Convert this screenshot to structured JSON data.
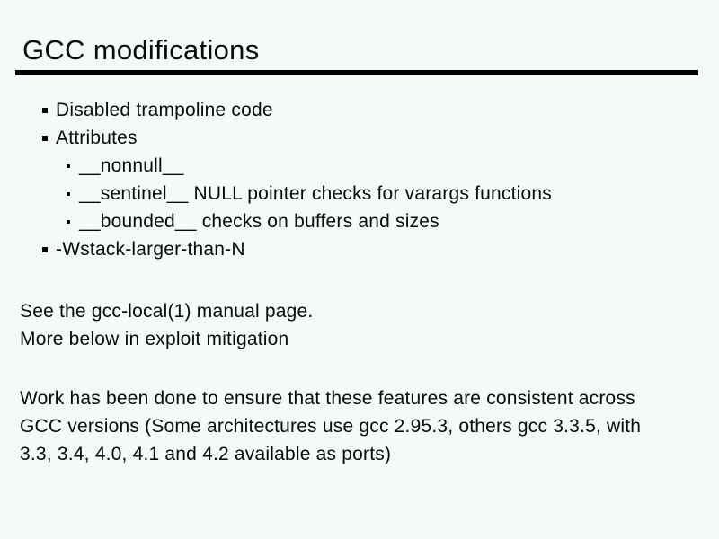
{
  "slide": {
    "title": "GCC modifications",
    "background_color": "#f4faf5",
    "rule_color": "#000000",
    "text_color": "#0a0a0a"
  },
  "bullets": [
    {
      "level": 1,
      "text": "Disabled trampoline code"
    },
    {
      "level": 1,
      "text": "Attributes"
    },
    {
      "level": 2,
      "text": "__nonnull__"
    },
    {
      "level": 2,
      "text": "__sentinel__ NULL pointer checks for varargs functions"
    },
    {
      "level": 2,
      "text": "__bounded__ checks on buffers and sizes"
    },
    {
      "level": 1,
      "text": "-Wstack-larger-than-N"
    }
  ],
  "notes": {
    "line1": "See the gcc-local(1) manual page.",
    "line2": "More below in exploit mitigation"
  },
  "paragraph": {
    "line1": "Work has been done to ensure that these features are consistent across",
    "line2": "GCC versions (Some architectures use gcc 2.95.3, others gcc 3.3.5, with",
    "line3": "3.3, 3.4, 4.0, 4.1 and 4.2 available as ports)"
  }
}
